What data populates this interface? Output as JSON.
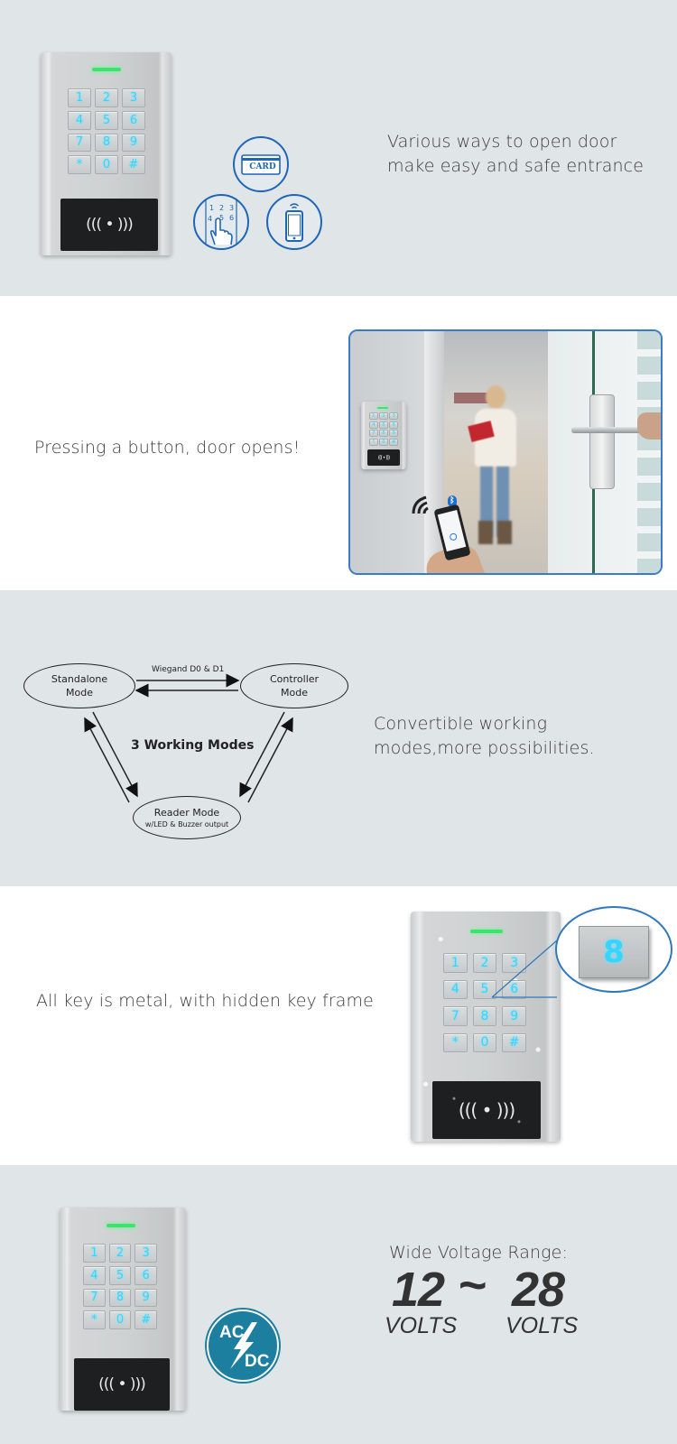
{
  "sections": [
    {
      "id": "various-ways",
      "background": "#e0e5e8",
      "caption_lines": [
        "Various ways to open door",
        "make easy and safe entrance"
      ],
      "icons": [
        {
          "name": "card-icon",
          "label": "CARD"
        },
        {
          "name": "keypad-touch-icon",
          "digits": [
            "1",
            "2",
            "3",
            "4",
            "5",
            "6"
          ]
        },
        {
          "name": "smartphone-icon"
        }
      ]
    },
    {
      "id": "press-button",
      "background": "#ffffff",
      "caption": "Pressing a button, door opens!",
      "photo_frame_color": "#3a7cc4"
    },
    {
      "id": "working-modes",
      "background": "#e0e5e8",
      "caption_lines": [
        "Convertible working",
        "modes,more possibilities."
      ],
      "diagram": {
        "title": "3 Working Modes",
        "link_label": "Wiegand D0 & D1",
        "nodes": [
          {
            "line1": "Standalone",
            "line2": "Mode"
          },
          {
            "line1": "Controller",
            "line2": "Mode"
          },
          {
            "line1": "Reader Mode",
            "line2": "w/LED & Buzzer output"
          }
        ]
      }
    },
    {
      "id": "metal-keys",
      "background": "#ffffff",
      "caption": "All key is metal, with hidden key frame",
      "zoomed_key": "8"
    },
    {
      "id": "voltage",
      "background": "#e0e5e8",
      "heading": "Wide Voltage Range:",
      "min_value": "12",
      "separator": "~",
      "max_value": "28",
      "unit": "VOLTS",
      "badge": {
        "top": "AC",
        "bottom": "DC",
        "color": "#1d7fa0"
      }
    }
  ],
  "keypad": {
    "keys": [
      "1",
      "2",
      "3",
      "4",
      "5",
      "6",
      "7",
      "8",
      "9",
      "*",
      "0",
      "#"
    ],
    "reader_symbol": "((( • )))",
    "led_color": "#3de36a",
    "key_glow_color": "#37d4ff"
  }
}
